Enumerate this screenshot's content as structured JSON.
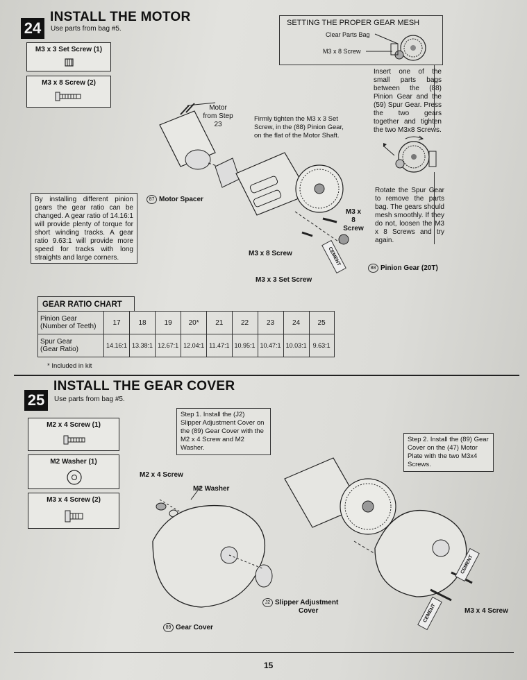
{
  "step24": {
    "number": "24",
    "title": "INSTALL THE MOTOR",
    "bag_note": "Use parts from bag #5.",
    "parts": [
      {
        "label": "M3 x 3 Set Screw (1)"
      },
      {
        "label": "M3 x 8 Screw (2)"
      }
    ],
    "gear_mesh": {
      "title": "SETTING THE PROPER GEAR MESH",
      "clear_parts_bag": "Clear Parts Bag",
      "screw_label": "M3 x 8 Screw",
      "instruction": "Insert one of the small parts bags between the (88) Pinion Gear and the (59) Spur Gear. Press the two gears together and tighten the two M3x8 Screws.",
      "rotate_note": "Rotate the Spur Gear to remove the parts bag. The gears should mesh smoothly. If they do not, loosen the M3 x 8 Screws and try again."
    },
    "motor_from": "Motor from Step 23",
    "tighten_note": "Firmly tighten the M3 x 3 Set Screw, in the (88) Pinion Gear, on the flat of the Motor Shaft.",
    "motor_spacer": {
      "num": "87",
      "label": "Motor Spacer"
    },
    "m3x8_right": "M3 x 8 Screw",
    "m3x8_lower": "M3 x 8 Screw",
    "m3x3_set": "M3 x 3 Set Screw",
    "cement": "CEMENT",
    "pinion": {
      "num": "88",
      "label": "Pinion Gear (20T)"
    },
    "ratio_note": "By installing different pinion gears the gear ratio can be changed. A gear ratio of 14.16:1 will provide plenty of torque for short winding tracks. A gear ratio 9.63:1 will provide more speed for tracks with long straights and large corners."
  },
  "gear_ratio_chart": {
    "title": "GEAR RATIO CHART",
    "row1_label_a": "Pinion Gear",
    "row1_label_b": "(Number of Teeth)",
    "row2_label_a": "Spur Gear",
    "row2_label_b": "(Gear Ratio)",
    "teeth": [
      "17",
      "18",
      "19",
      "20*",
      "21",
      "22",
      "23",
      "24",
      "25"
    ],
    "ratios": [
      "14.16:1",
      "13.38:1",
      "12.67:1",
      "12.04:1",
      "11.47:1",
      "10.95:1",
      "10.47:1",
      "10.03:1",
      "9.63:1"
    ],
    "footnote": "* Included in kit"
  },
  "step25": {
    "number": "25",
    "title": "INSTALL THE GEAR COVER",
    "bag_note": "Use parts from bag #5.",
    "parts": [
      {
        "label": "M2 x 4 Screw (1)"
      },
      {
        "label": "M2 Washer (1)"
      },
      {
        "label": "M3 x 4 Screw (2)"
      }
    ],
    "step1": "Step 1. Install the (J2) Slipper Adjustment Cover on the (89) Gear Cover with the M2 x 4 Screw and M2 Washer.",
    "step2": "Step 2. Install the (89) Gear Cover on the (47) Motor Plate with the two M3x4 Screws.",
    "m2x4_label": "M2 x 4 Screw",
    "m2_washer_label": "M2 Washer",
    "slipper": {
      "num": "J2",
      "label_a": "Slipper Adjustment",
      "label_b": "Cover"
    },
    "gear_cover": {
      "num": "89",
      "label": "Gear Cover"
    },
    "m3x4_label": "M3 x 4 Screw",
    "cement": "CEMENT"
  },
  "page_number": "15"
}
